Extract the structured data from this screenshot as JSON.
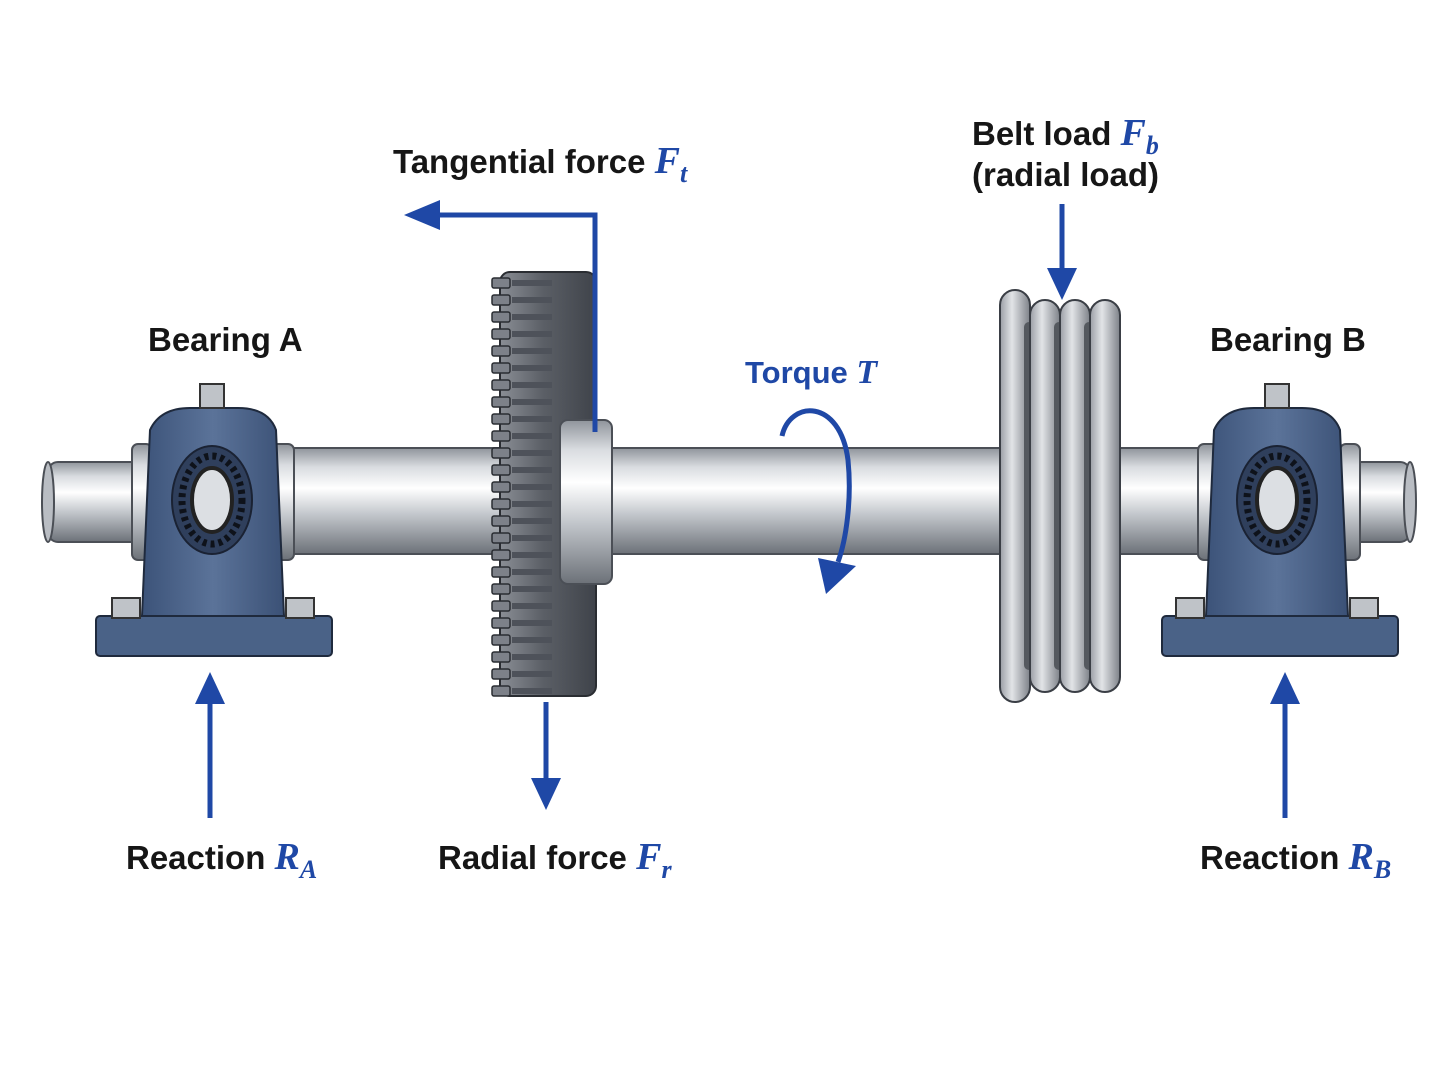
{
  "labels": {
    "tangential": {
      "text": "Tangential force",
      "symbol": "F",
      "sub": "t"
    },
    "belt": {
      "text": "Belt load",
      "symbol": "F",
      "sub": "b",
      "line2": "(radial load)"
    },
    "bearing_a": "Bearing A",
    "bearing_b": "Bearing B",
    "torque": {
      "text": "Torque",
      "symbol": "T"
    },
    "reaction_a": {
      "text": "Reaction",
      "symbol": "R",
      "sub": "A"
    },
    "radial": {
      "text": "Radial force",
      "symbol": "F",
      "sub": "r"
    },
    "reaction_b": {
      "text": "Reaction",
      "symbol": "R",
      "sub": "B"
    }
  },
  "colors": {
    "arrow": "#1f48a6",
    "housing": "#4a6287",
    "shaft": "#c7cbd1",
    "gear": "#6e7279",
    "pulley": "#a7abb1",
    "text": "#161616"
  }
}
